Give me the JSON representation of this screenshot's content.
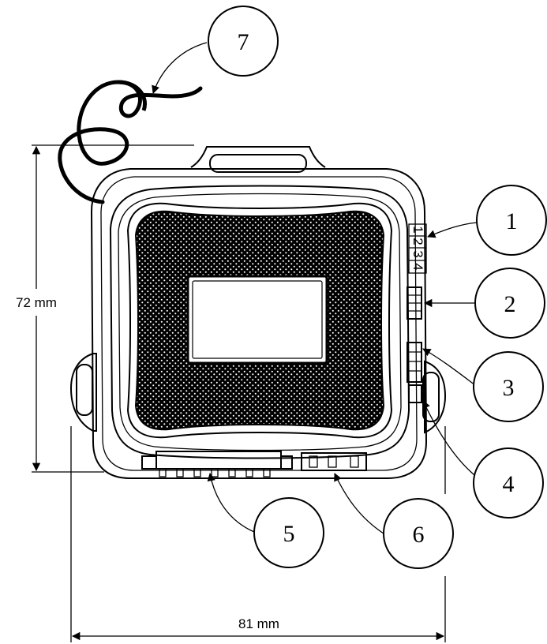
{
  "dimensions": {
    "height_label": "72 mm",
    "width_label": "81 mm"
  },
  "switch_labels": [
    "1",
    "2",
    "3",
    "4"
  ],
  "callouts": [
    {
      "number": "1"
    },
    {
      "number": "2"
    },
    {
      "number": "3"
    },
    {
      "number": "4"
    },
    {
      "number": "5"
    },
    {
      "number": "6"
    },
    {
      "number": "7"
    }
  ]
}
